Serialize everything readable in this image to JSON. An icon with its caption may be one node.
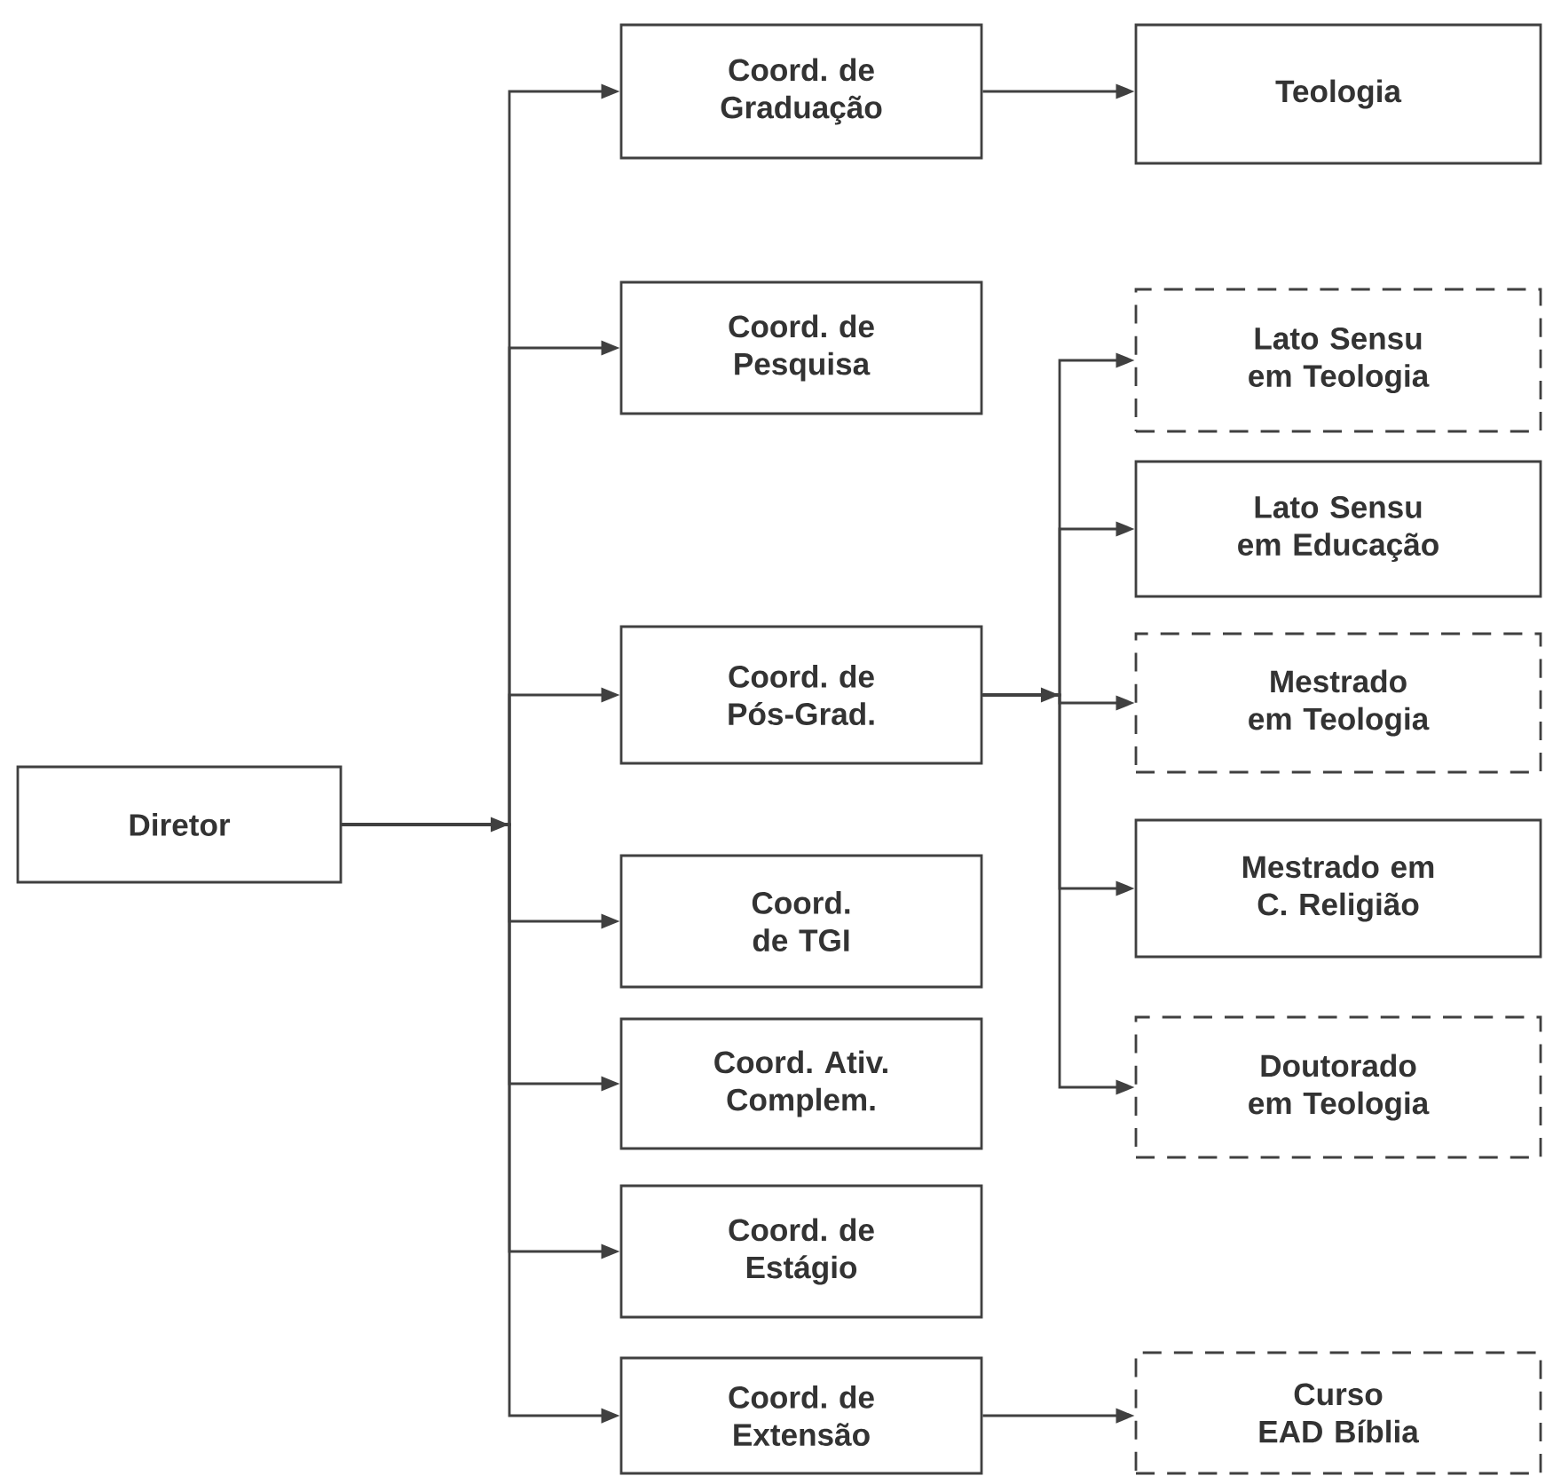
{
  "diagram": {
    "nodes": [
      {
        "text": [
          "Diretor"
        ]
      },
      {
        "text": [
          "Coord. de Graduação"
        ]
      },
      {
        "text": [
          "Coord. de Pesquisa"
        ]
      },
      {
        "text": [
          "Coord. de Pós-Grad."
        ]
      },
      {
        "text": [
          "Coord. de TGI"
        ]
      },
      {
        "text": [
          "Coord. Ativ. Complem."
        ]
      },
      {
        "text": [
          "Coord. de Estágio"
        ]
      },
      {
        "text": [
          "Coord. de Extensão"
        ]
      },
      {
        "text": [
          "Teologia"
        ]
      },
      {
        "text": [
          "Lato Sensu em Teologia"
        ]
      },
      {
        "text": [
          "Lato Sensu em Educação"
        ]
      },
      {
        "text": [
          "Mestrado em Teologia"
        ]
      },
      {
        "text": [
          "Mestrado em C. Religião"
        ]
      },
      {
        "text": [
          "Doutorado em Teologia"
        ]
      },
      {
        "text": [
          "Curso EAD Bíblia"
        ]
      }
    ],
    "edges": [
      {
        "from": 0,
        "to": 1,
        "arrow": "to"
      },
      {
        "from": 0,
        "to": 2,
        "arrow": "to"
      },
      {
        "from": 0,
        "to": 3,
        "arrow": "to"
      },
      {
        "from": 0,
        "to": 4,
        "arrow": "to"
      },
      {
        "from": 0,
        "to": 5,
        "arrow": "to"
      },
      {
        "from": 0,
        "to": 6,
        "arrow": "to"
      },
      {
        "from": 0,
        "to": 7,
        "arrow": "to"
      },
      {
        "from": 1,
        "to": 8,
        "arrow": "to"
      },
      {
        "from": 3,
        "to": 9,
        "arrow": "to"
      },
      {
        "from": 3,
        "to": 10,
        "arrow": "to"
      },
      {
        "from": 3,
        "to": 11,
        "arrow": "to"
      },
      {
        "from": 3,
        "to": 12,
        "arrow": "to"
      },
      {
        "from": 3,
        "to": 13,
        "arrow": "to"
      },
      {
        "from": 7,
        "to": 14,
        "arrow": "to"
      }
    ]
  }
}
